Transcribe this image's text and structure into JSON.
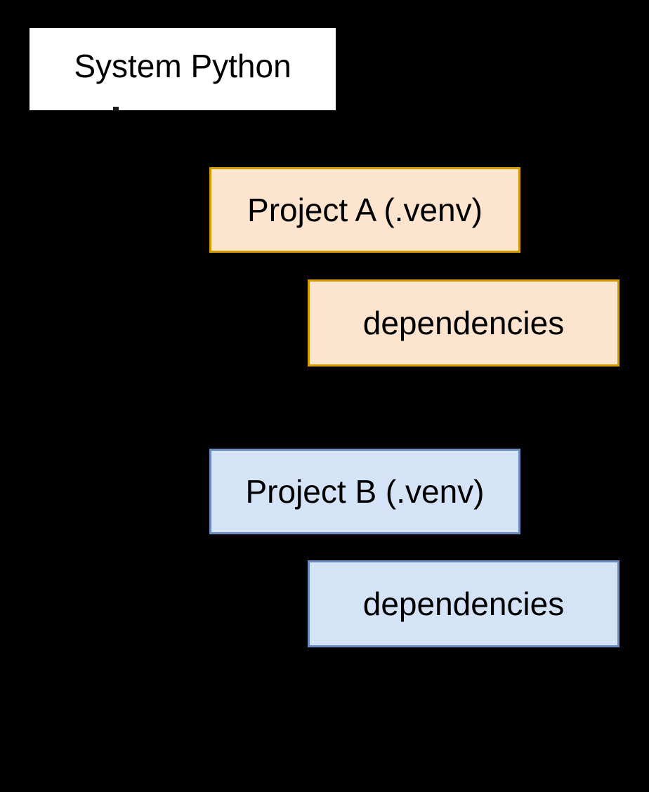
{
  "diagram": {
    "title": "Python environment isolation diagram",
    "background_color": "#000000",
    "text_color": "#000000",
    "nodes": [
      {
        "id": "system-python",
        "label": "System Python",
        "fill": "#FFFFFF",
        "border": "none",
        "group": "system"
      },
      {
        "id": "project-a",
        "label": "Project A (.venv)",
        "fill": "#FCE4CE",
        "border": "#D79B00",
        "group": "project-a"
      },
      {
        "id": "dependencies-a",
        "label": "dependencies",
        "fill": "#FCE4CE",
        "border": "#D79B00",
        "group": "project-a"
      },
      {
        "id": "project-b",
        "label": "Project B (.venv)",
        "fill": "#D5E3F7",
        "border": "#6C8EBF",
        "group": "project-b"
      },
      {
        "id": "dependencies-b",
        "label": "dependencies",
        "fill": "#D5E3F7",
        "border": "#6C8EBF",
        "group": "project-b"
      }
    ],
    "colors": {
      "background": "#000000",
      "system_fill": "#FFFFFF",
      "orange_fill": "#FCE4CE",
      "orange_border": "#D79B00",
      "blue_fill": "#D5E3F7",
      "blue_border": "#6C8EBF",
      "text": "#000000"
    }
  }
}
